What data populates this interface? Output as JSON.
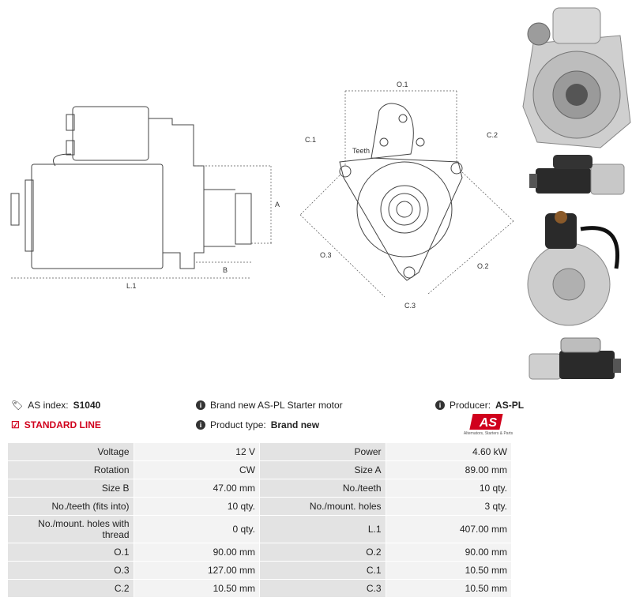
{
  "drawing": {
    "dims": {
      "l1": "L.1",
      "a": "A",
      "b": "B",
      "o1": "O.1",
      "o2": "O.2",
      "o3": "O.3",
      "c1": "C.1",
      "c2": "C.2",
      "c3": "C.3",
      "teeth": "Teeth"
    }
  },
  "info": {
    "as_index_label": "AS index:",
    "as_index_value": "S1040",
    "line": "STANDARD LINE",
    "description": "Brand new AS-PL Starter motor",
    "product_type_label": "Product type:",
    "product_type_value": "Brand new",
    "producer_label": "Producer:",
    "producer_value": "AS-PL",
    "logo_text": "AS",
    "logo_tagline": "Alternators, Starters & Parts",
    "accent_color": "#d0001c"
  },
  "specs": [
    {
      "l1": "Voltage",
      "v1": "12 V",
      "l2": "Power",
      "v2": "4.60 kW"
    },
    {
      "l1": "Rotation",
      "v1": "CW",
      "l2": "Size A",
      "v2": "89.00 mm"
    },
    {
      "l1": "Size B",
      "v1": "47.00 mm",
      "l2": "No./teeth",
      "v2": "10 qty."
    },
    {
      "l1": "No./teeth (fits into)",
      "v1": "10 qty.",
      "l2": "No./mount. holes",
      "v2": "3 qty."
    },
    {
      "l1": "No./mount. holes with thread",
      "v1": "0 qty.",
      "l2": "L.1",
      "v2": "407.00 mm"
    },
    {
      "l1": "O.1",
      "v1": "90.00 mm",
      "l2": "O.2",
      "v2": "90.00 mm"
    },
    {
      "l1": "O.3",
      "v1": "127.00 mm",
      "l2": "C.1",
      "v2": "10.50 mm"
    },
    {
      "l1": "C.2",
      "v1": "10.50 mm",
      "l2": "C.3",
      "v2": "10.50 mm"
    }
  ]
}
